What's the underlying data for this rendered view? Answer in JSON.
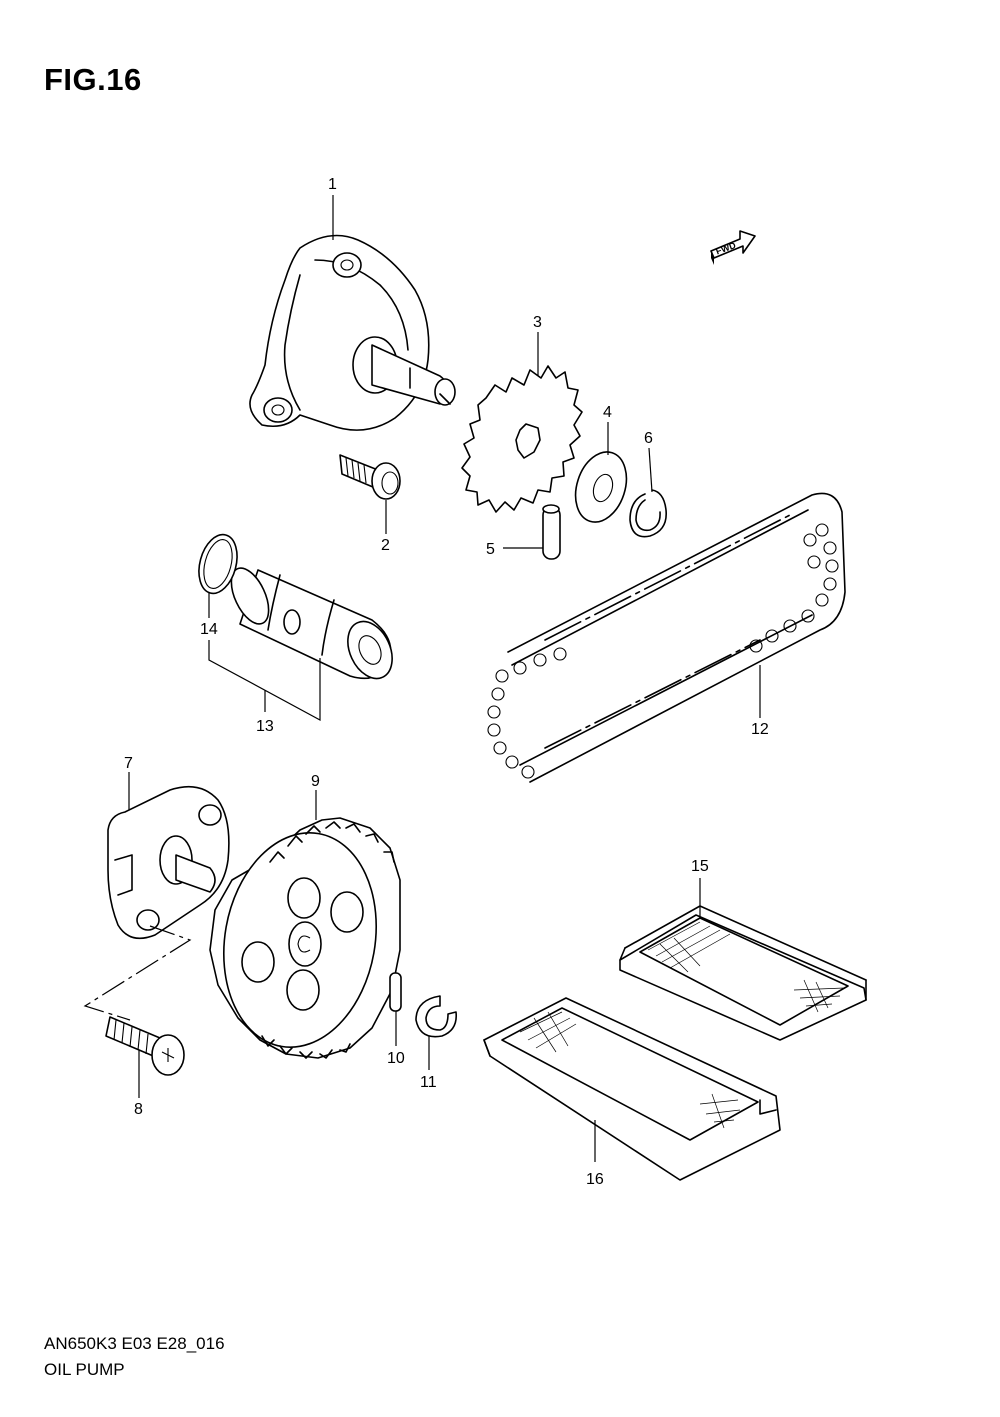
{
  "figure": {
    "title": "FIG.16"
  },
  "footer": {
    "code": "AN650K3 E03 E28_016",
    "name": "OIL PUMP"
  },
  "fwd_arrow": {
    "label": "FWD"
  },
  "callouts": [
    "1",
    "2",
    "3",
    "4",
    "5",
    "6",
    "7",
    "8",
    "9",
    "10",
    "11",
    "12",
    "13",
    "14",
    "15",
    "16"
  ]
}
